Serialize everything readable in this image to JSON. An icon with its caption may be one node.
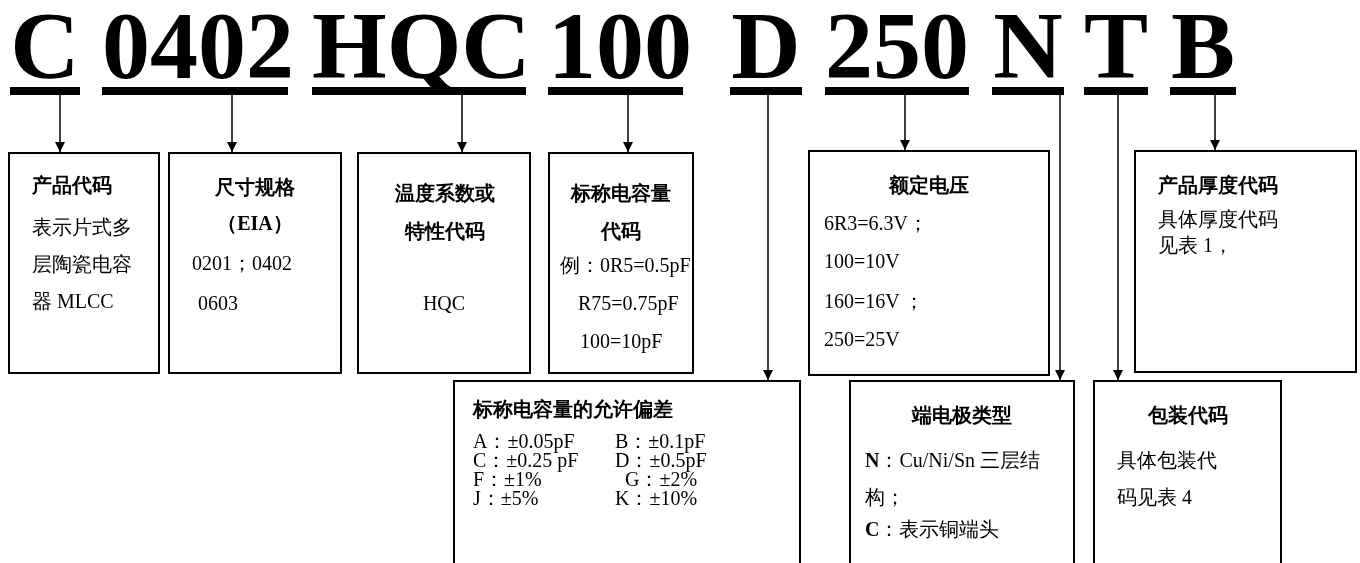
{
  "diagram": {
    "nodes": [
      {
        "text": [
          "C"
        ]
      },
      {
        "text": [
          "0402"
        ]
      },
      {
        "text": [
          "HQC"
        ]
      },
      {
        "text": [
          "100"
        ]
      },
      {
        "text": [
          "D"
        ]
      },
      {
        "text": [
          "250"
        ]
      },
      {
        "text": [
          "N"
        ]
      },
      {
        "text": [
          "T"
        ]
      },
      {
        "text": [
          "B"
        ]
      },
      {
        "text": [
          "产品代码",
          "表示片式多层陶瓷电容器 MLCC"
        ]
      },
      {
        "text": [
          "尺寸规格",
          "（EIA）",
          "0201；0402",
          "0603"
        ]
      },
      {
        "text": [
          "温度系数或特性代码",
          "HQC"
        ]
      },
      {
        "text": [
          "标称电容量代码",
          "例：0R5=0.5pF",
          "R75=0.75pF",
          "100=10pF"
        ]
      },
      {
        "text": [
          "标称电容量的允许偏差",
          "A：±0.05pF",
          "B：±0.1pF",
          "C：±0.25 pF",
          "D：±0.5pF",
          "F：±1%",
          "G：±2%",
          "J：±5%",
          "K：±10%"
        ]
      },
      {
        "text": [
          "额定电压",
          "6R3=6.3V；",
          "100=10V",
          "160=16V ；",
          "250=25V"
        ]
      },
      {
        "text": [
          "产品厚度代码",
          "具体厚度代码见表 1，"
        ]
      },
      {
        "text": [
          "端电极类型",
          "**N**：Cu/Ni/Sn 三层结构；",
          "**C**：表示铜端头"
        ]
      },
      {
        "text": [
          "包装代码",
          "具体包装代码见表 4"
        ]
      }
    ],
    "edges": [
      {
        "from": 0,
        "to": 9,
        "arrow": "to"
      },
      {
        "from": 1,
        "to": 10,
        "arrow": "to"
      },
      {
        "from": 2,
        "to": 11,
        "arrow": "to"
      },
      {
        "from": 3,
        "to": 12,
        "arrow": "to"
      },
      {
        "from": 4,
        "to": 13,
        "arrow": "to"
      },
      {
        "from": 5,
        "to": 14,
        "arrow": "to"
      },
      {
        "from": 6,
        "to": 16,
        "arrow": "to"
      },
      {
        "from": 7,
        "to": 17,
        "arrow": "to"
      },
      {
        "from": 8,
        "to": 15,
        "arrow": "to"
      }
    ]
  }
}
